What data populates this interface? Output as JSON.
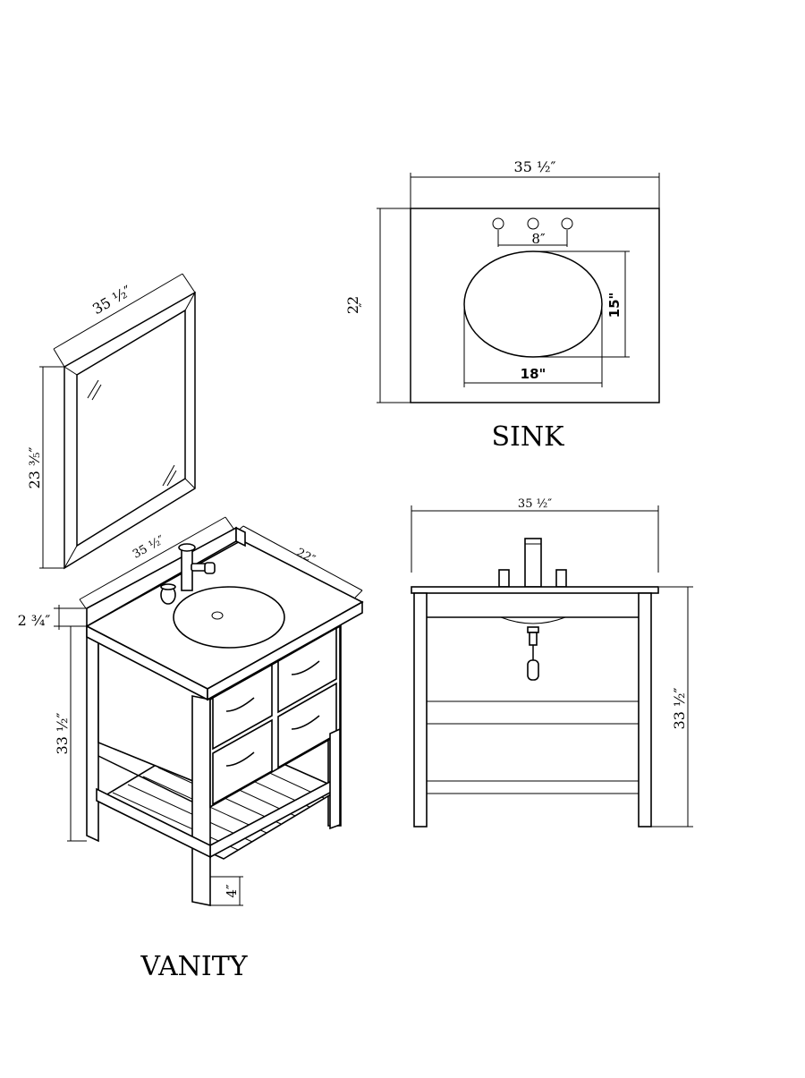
{
  "sink": {
    "title": "SINK",
    "width_label": "35 ½″",
    "depth_label": "22",
    "depth_unit": "″",
    "faucet_spread_label": "8″",
    "basin_height_label": "15\"",
    "basin_width_label": "18\""
  },
  "front": {
    "width_label": "35 ½″",
    "height_label": "33 ½″"
  },
  "mirror": {
    "width_label": "35 ½″",
    "height_label": "23 ⅗″"
  },
  "vanity": {
    "title": "VANITY",
    "width_label": "35 ½″",
    "depth_label": "22″",
    "height_label": "33 ½″",
    "backsplash_label": "2 ¾″",
    "leg_label": "4″"
  }
}
